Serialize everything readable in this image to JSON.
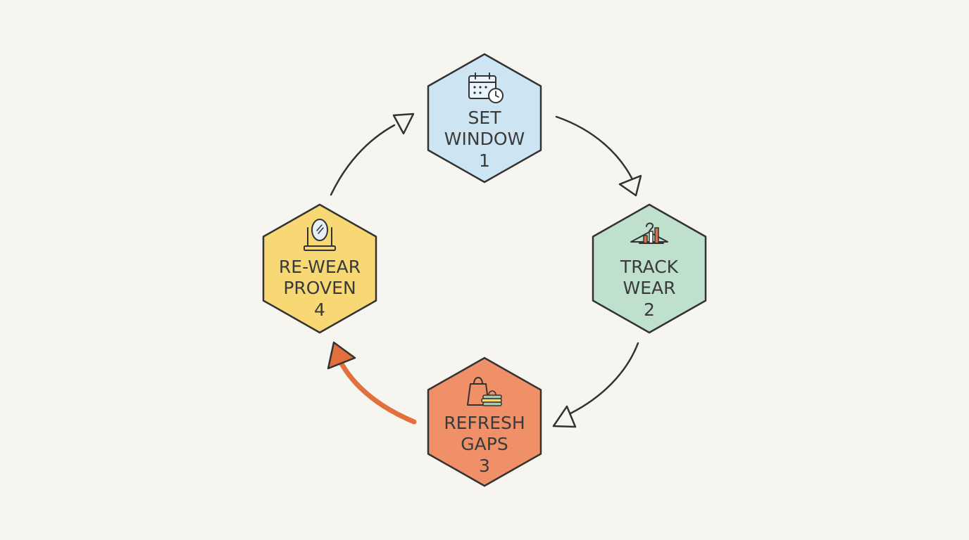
{
  "diagram": {
    "type": "cycle",
    "background": "#f6f5f0",
    "stroke_color": "#333333",
    "highlight_arrow_color": "#e2703f",
    "nodes": [
      {
        "id": "set-window",
        "line1": "SET",
        "line2": "WINDOW",
        "number": "1",
        "icon": "calendar-clock-icon",
        "fill": "#cde4f2"
      },
      {
        "id": "track-wear",
        "line1": "TRACK",
        "line2": "WEAR",
        "number": "2",
        "icon": "hanger-chart-icon",
        "fill": "#bfe0cd"
      },
      {
        "id": "refresh-gaps",
        "line1": "REFRESH",
        "line2": "GAPS",
        "number": "3",
        "icon": "shopping-bag-icon",
        "fill": "#f09068"
      },
      {
        "id": "re-wear-proven",
        "line1": "RE-WEAR",
        "line2": "PROVEN",
        "number": "4",
        "icon": "mirror-icon",
        "fill": "#f7d875"
      }
    ],
    "edges": [
      {
        "from": "1",
        "to": "2",
        "style": "thin"
      },
      {
        "from": "2",
        "to": "3",
        "style": "thin"
      },
      {
        "from": "3",
        "to": "4",
        "style": "bold-highlight"
      },
      {
        "from": "4",
        "to": "1",
        "style": "thin"
      }
    ]
  }
}
